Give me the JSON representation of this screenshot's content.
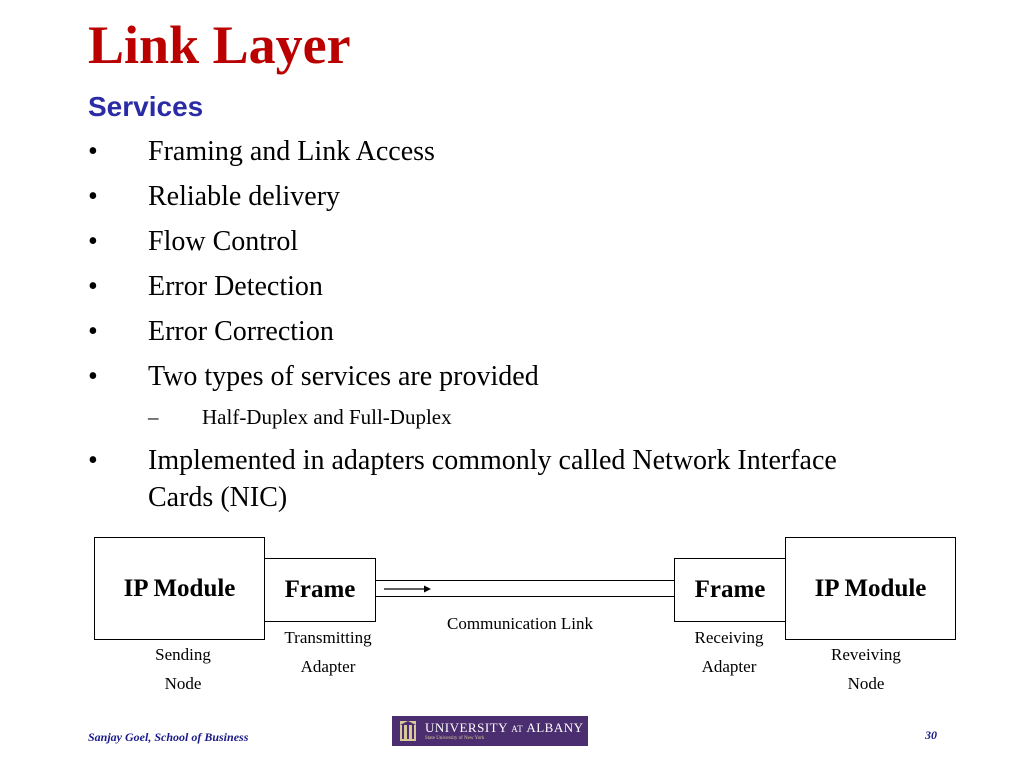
{
  "slide": {
    "title": "Link Layer",
    "subtitle": "Services",
    "bullet_symbol": "•",
    "sub_bullet_symbol": "–",
    "bullets": [
      "Framing and Link Access",
      "Reliable delivery",
      "Flow Control",
      "Error Detection",
      "Error Correction",
      "Two types of  services are provided"
    ],
    "sub_bullet": "Half-Duplex and Full-Duplex",
    "last_bullet_line1": "Implemented in adapters commonly called Network Interface",
    "last_bullet_line2": "Cards (NIC)"
  },
  "diagram": {
    "left_node_box": "IP Module",
    "left_frame_box": "Frame",
    "right_frame_box": "Frame",
    "right_node_box": "IP Module",
    "link_label": "Communication Link",
    "left_adapter_label": [
      "Transmitting",
      "Adapter"
    ],
    "left_node_label": [
      "Sending",
      "Node"
    ],
    "right_adapter_label": [
      "Receiving",
      "Adapter"
    ],
    "right_node_label": [
      "Reveiving",
      "Node"
    ]
  },
  "footer": {
    "author": "Sanjay Goel, School of Business",
    "page_number": "30",
    "logo_text_main": "UNIVERSITY",
    "logo_text_at": "AT",
    "logo_text_albany": "ALBANY",
    "logo_text_sub": "State University of New York"
  },
  "colors": {
    "title": "#bb0000",
    "subtitle": "#2b2ba6",
    "footer_text": "#1a1a8a",
    "logo_bg": "#4b2e6f"
  }
}
